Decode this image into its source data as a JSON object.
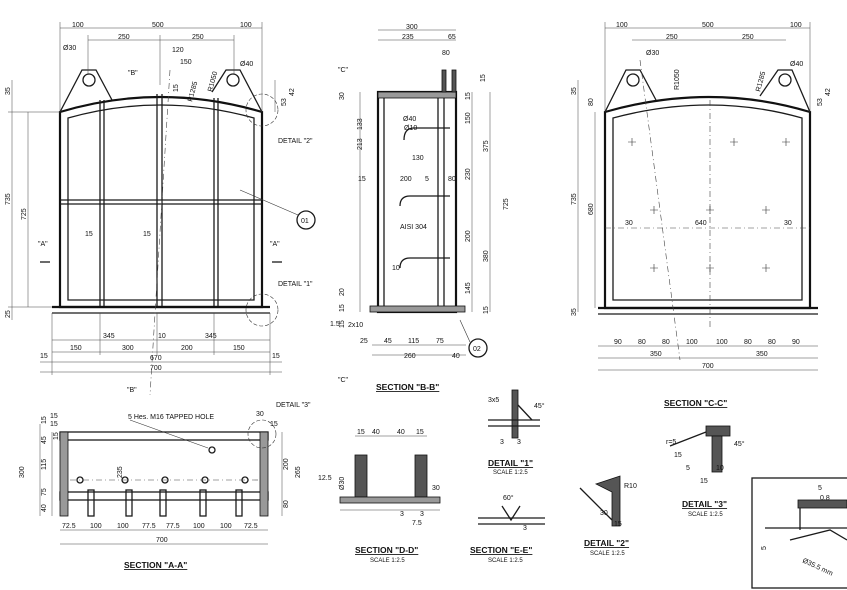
{
  "views": {
    "front_left": {
      "top_dims": [
        "100",
        "500",
        "100",
        "250",
        "250",
        "Ø30",
        "120",
        "150",
        "Ø40"
      ],
      "side_dims": [
        "35",
        "725",
        "735",
        "53",
        "42",
        "15",
        "25",
        "15"
      ],
      "radius": "R1285",
      "radius2": "R1050",
      "bottom_dims": [
        "345",
        "10",
        "345",
        "150",
        "300",
        "200",
        "150",
        "670",
        "700",
        "15",
        "15"
      ],
      "inner_dims": [
        "15",
        "15"
      ],
      "tags": {
        "b_top": "\"B\"",
        "b_bottom": "\"B\"",
        "a_left": "\"A\"",
        "a_right": "\"A\"",
        "detail2": "DETAIL \"2\"",
        "detail1": "DETAIL \"1\"",
        "part01": "01"
      }
    },
    "section_bb": {
      "title": "SECTION \"B-B\"",
      "tag_c": "\"C\"",
      "tag_c_bottom": "\"C\"",
      "top_dims": [
        "300",
        "235",
        "65",
        "80"
      ],
      "labels": [
        "Ø40",
        "Ø10",
        "130",
        "200",
        "5",
        "80",
        "AISI 304",
        "10",
        "15",
        "15"
      ],
      "right_dims": [
        "15",
        "150",
        "375",
        "230",
        "725",
        "200",
        "380",
        "145",
        "15"
      ],
      "left_dims": [
        "30",
        "133",
        "213",
        "20",
        "15",
        "15"
      ],
      "bottom_dims": [
        "25",
        "45",
        "115",
        "75",
        "260",
        "40"
      ],
      "misc": [
        "2x10",
        "1.5",
        "02"
      ]
    },
    "front_right": {
      "title": "SECTION \"C-C\"",
      "top_dims": [
        "100",
        "500",
        "100",
        "250",
        "250",
        "Ø30",
        "Ø40"
      ],
      "side_dims": [
        "35",
        "80",
        "735",
        "680",
        "35",
        "53",
        "42"
      ],
      "radius": "R1050",
      "radius2": "R1285",
      "mid_dims": [
        "30",
        "640",
        "30"
      ],
      "bottom_dims": [
        "90",
        "80",
        "80",
        "100",
        "100",
        "80",
        "80",
        "90",
        "350",
        "350",
        "700"
      ]
    },
    "section_aa": {
      "title": "SECTION \"A-A\"",
      "note": "5 Hes. M16 TAPPED HOLE",
      "detail3": "DETAIL \"3\"",
      "left_dims": [
        "15",
        "45",
        "15",
        "300",
        "115",
        "235",
        "75",
        "40"
      ],
      "right_dims": [
        "30",
        "200",
        "265",
        "80"
      ],
      "bottom_dims": [
        "72.5",
        "100",
        "100",
        "77.5",
        "77.5",
        "100",
        "100",
        "72.5",
        "700"
      ],
      "corner": [
        "15",
        "15",
        "15"
      ]
    },
    "section_dd": {
      "title": "SECTION \"D-D\"",
      "scale": "SCALE 1:2.5",
      "dims": [
        "15",
        "40",
        "40",
        "15",
        "12.5",
        "Ø30",
        "30",
        "3",
        "7.5",
        "3"
      ]
    },
    "section_ee": {
      "title": "SECTION \"E-E\"",
      "scale": "SCALE 1:2.5",
      "dims": [
        "60°",
        "3"
      ]
    },
    "detail1": {
      "title": "DETAIL \"1\"",
      "scale": "SCALE 1:2.5",
      "dims": [
        "3x5",
        "45°",
        "3",
        "3"
      ]
    },
    "detail2": {
      "title": "DETAIL \"2\"",
      "scale": "SCALE 1:2.5",
      "dims": [
        "R10",
        "30",
        "15"
      ]
    },
    "detail3": {
      "title": "DETAIL \"3\"",
      "scale": "SCALE 1:2.5",
      "dims": [
        "r=5",
        "15",
        "5",
        "10",
        "45°",
        "15"
      ]
    },
    "inset": {
      "dims": [
        "5",
        "0.8",
        "5",
        "Ø35.5 mm"
      ]
    }
  }
}
